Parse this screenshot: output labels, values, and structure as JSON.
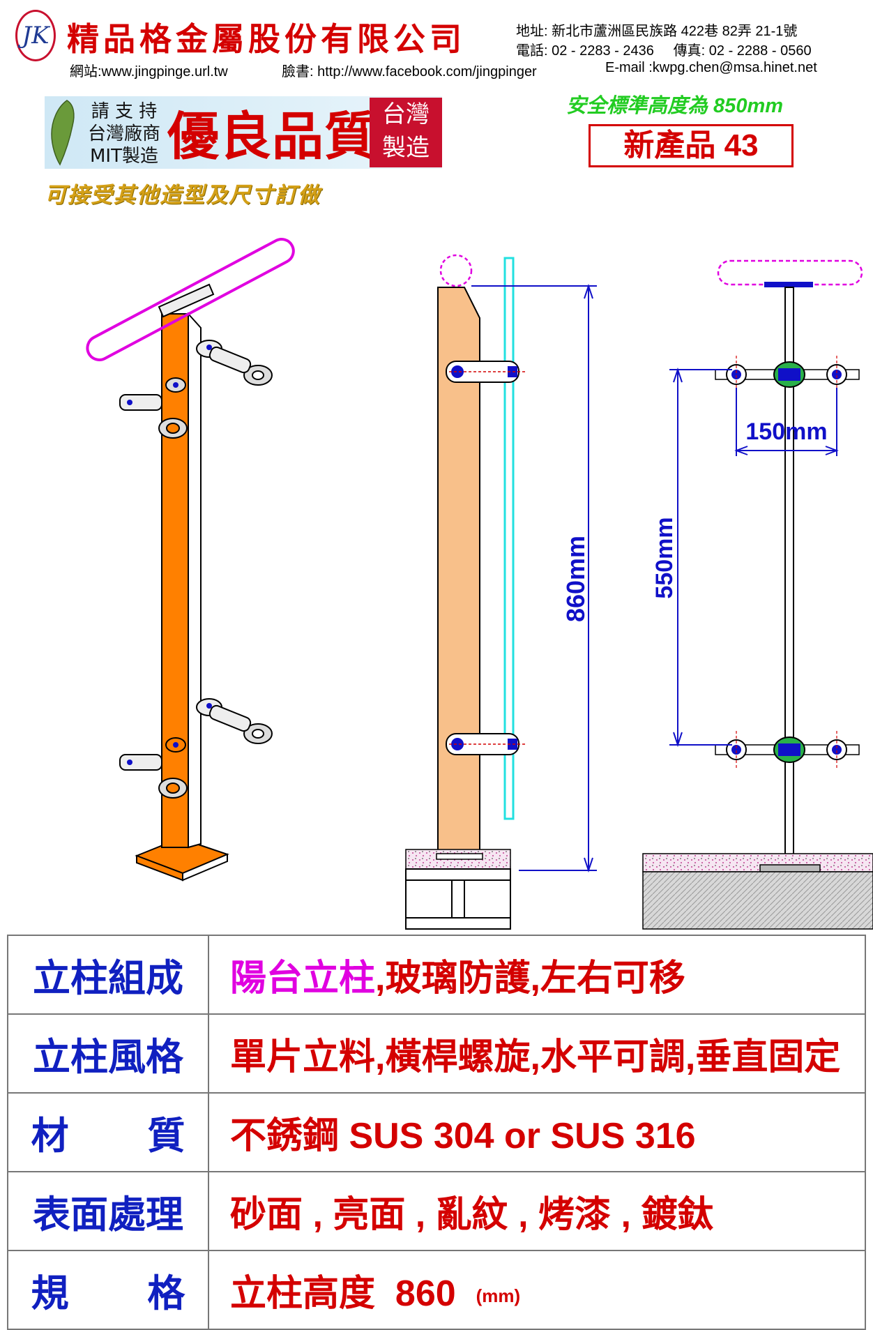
{
  "header": {
    "logo_text": "JK",
    "company_name": "精品格金屬股份有限公司",
    "address": "地址: 新北市蘆洲區民族路 422巷 82弄 21-1號",
    "phone_fax": "電話: 02 - 2283 - 2436     傳真: 02 - 2288 - 0560",
    "website": "網站:www.jingpinge.url.tw",
    "facebook": "臉書: http://www.facebook.com/jingpinger",
    "email": "E-mail :kwpg.chen@msa.hinet.net"
  },
  "banner": {
    "support_lines": [
      "請 支 持",
      "台灣廠商",
      "MIT製造"
    ],
    "quality": "優良品質",
    "made_in_taiwan": [
      "台灣",
      "製造"
    ],
    "custom_note": "可接受其他造型及尺寸訂做"
  },
  "safety_height": "安全標準高度為 850mm",
  "product_label": "新產品 43",
  "dimensions": {
    "post_height": "860mm",
    "clamp_spacing": "550mm",
    "clamp_width": "150mm"
  },
  "colors": {
    "post_orange": "#ff8000",
    "post_tan": "#f8c08a",
    "handrail_magenta": "#e000e0",
    "glass_cyan": "#22e0e0",
    "dimension_blue": "#1010c8",
    "accent_red": "#d40000"
  },
  "specs": [
    {
      "label": "立柱組成",
      "value_highlight": "陽台立柱",
      "value": ",玻璃防護,左右可移"
    },
    {
      "label": "立柱風格",
      "value_highlight": "",
      "value": "單片立料,橫桿螺旋,水平可調,垂直固定"
    },
    {
      "label": "材      質",
      "value_highlight": "",
      "value": "不銹鋼 SUS 304 or SUS 316"
    },
    {
      "label": "表面處理",
      "value_highlight": "",
      "value": "砂面 , 亮面 , 亂紋 , 烤漆 , 鍍鈦"
    },
    {
      "label": "規      格",
      "value_highlight": "",
      "value": "立柱高度  860",
      "unit": "(mm)"
    }
  ]
}
